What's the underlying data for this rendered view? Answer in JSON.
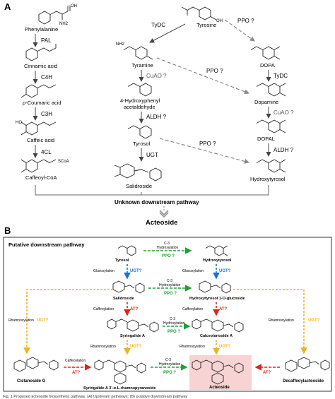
{
  "panelA": {
    "label": "A",
    "col1": {
      "phenylalanine": "Phenylalanine",
      "pal": "PAL",
      "cinnamic": "Cinnamic acid",
      "c4h": "C4H",
      "coumaric_prefix": "p",
      "coumaric_rest": "-Coumaric acid",
      "c3h": "C3H",
      "caffeic": "Caffeic acid",
      "cl4": "4CL",
      "caffeoyl": "Caffeoyl-CoA",
      "scoa": "SCoA"
    },
    "col2": {
      "tydc": "TyDC",
      "tyramine": "Tyramine",
      "cuao": "CuAO ?",
      "hppa_line1": "4-Hydroxyphenyl",
      "hppa_line2": "acetaldehyde",
      "aldh": "ALDH ?",
      "tyrosol": "Tyrosol",
      "ugt": "UGT",
      "salidroside": "Salidroside"
    },
    "col3": {
      "tyrosine": "Tyrosine",
      "ppo_top": "PPO ?",
      "dopa": "DOPA",
      "tydc": "TyDC",
      "dopamine": "Dopamine",
      "cuao": "CuAO ?",
      "dopal": "DOPAL",
      "aldh": "ALDH ?",
      "hydroxytyrosol": "Hydroxytyrosol"
    },
    "ppo_mid1": "PPO ?",
    "ppo_mid2": "PPO ?",
    "unknown": "Unknown downstream pathway",
    "acteoside": "Acteoside",
    "chem": {
      "nh2": "NH2",
      "oh": "OH",
      "o": "O",
      "ho": "HO"
    }
  },
  "panelB": {
    "label": "B",
    "title": "Putative downstream pathway",
    "tyrosol": "Tyrosol",
    "hydroxytyrosol": "Hydroxytyrosol",
    "c3_hydroxylation_1": [
      "C-3",
      "Hydroxylation",
      "PPO ?"
    ],
    "glucosylation_left": "Glucosylation",
    "ugt_left": "UGT?",
    "glucosylation_right": "Glucosylation",
    "ugt_right": "UGT?",
    "salidroside": "Salidroside",
    "hydroxytyrosol_glucoside": "Hydroxytyrosol 1-O-glucoside",
    "c3_hydroxylation_2": [
      "C-3",
      "Hydroxylation",
      "PPO ?"
    ],
    "caffeoylation_left": "Caffeoylation",
    "at_left": "AT?",
    "caffeoylation_right": "Caffeoylation",
    "at_right": "AT?",
    "rham_left": "Rhamnosylation",
    "ugt_far_left": "UGT?",
    "rham_right": "Rhamnosylation",
    "ugt_far_right": "UGT?",
    "syringalide": "Syringalide A",
    "calceolarioside": "Calceolarioside A",
    "c3_hydroxylation_3": [
      "C-3",
      "Hydroxylation",
      "PPO ?"
    ],
    "rham_mid_left": "Rhamnosylation",
    "ugt_mid_left": "UGT?",
    "rham_mid_right": "Rhamnosylation",
    "ugt_mid_right": "UGT?",
    "cistanoside": "Cistanoside G",
    "caffeoylation_bottom": "Caffeoylation",
    "at_bottom_left": "AT?",
    "syringalide_rham": "Syringalide A 3′-α-L-rhamnopyranoside",
    "c3_hydroxylation_4": [
      "C-3",
      "Hydroxylation",
      "PPO ?"
    ],
    "acteoside": "Acteoside",
    "at_bottom_right": "AT?",
    "decaffeoyl": "Decaffeoylacteoside"
  },
  "caption": "Fig. 1  Proposed acteoside biosynthetic pathway. (A) Upstream pathways; (B) putative downstream pathway",
  "colors": {
    "blue": "#1f6fd1",
    "red": "#d9261c",
    "green": "#1fa035",
    "yellow": "#f2b21c",
    "pink": "#f7d3d3",
    "gray": "#555555"
  }
}
